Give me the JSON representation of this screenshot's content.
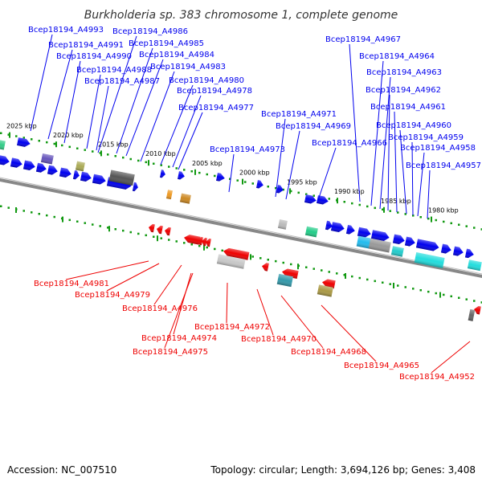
{
  "title": "Burkholderia sp. 383 chromosome 1, complete genome",
  "footer": {
    "accession": "Accession: NC_007510",
    "summary": "Topology: circular; Length: 3,694,126 bp; Genes: 3,408"
  },
  "colors": {
    "forward": "#0000ee",
    "reverse": "#ee0000",
    "backbone": "#888888",
    "tick": "#119911"
  },
  "kbp_ticks": [
    "2025 kbp",
    "2020 kbp",
    "2015 kbp",
    "2010 kbp",
    "2005 kbp",
    "2000 kbp",
    "1995 kbp",
    "1990 kbp",
    "1985 kbp",
    "1980 kbp"
  ],
  "forward_labels": [
    "Bcep18194_A4993",
    "Bcep18194_A4991",
    "Bcep18194_A4990",
    "Bcep18194_A4988",
    "Bcep18194_A4987",
    "Bcep18194_A4986",
    "Bcep18194_A4985",
    "Bcep18194_A4984",
    "Bcep18194_A4983",
    "Bcep18194_A4980",
    "Bcep18194_A4978",
    "Bcep18194_A4977",
    "Bcep18194_A4973",
    "Bcep18194_A4971",
    "Bcep18194_A4969",
    "Bcep18194_A4966",
    "Bcep18194_A4967",
    "Bcep18194_A4964",
    "Bcep18194_A4963",
    "Bcep18194_A4962",
    "Bcep18194_A4961",
    "Bcep18194_A4960",
    "Bcep18194_A4959",
    "Bcep18194_A4958",
    "Bcep18194_A4957"
  ],
  "reverse_labels": [
    "Bcep18194_A4981",
    "Bcep18194_A4979",
    "Bcep18194_A4976",
    "Bcep18194_A4974",
    "Bcep18194_A4975",
    "Bcep18194_A4972",
    "Bcep18194_A4970",
    "Bcep18194_A4968",
    "Bcep18194_A4965",
    "Bcep18194_A4952"
  ]
}
